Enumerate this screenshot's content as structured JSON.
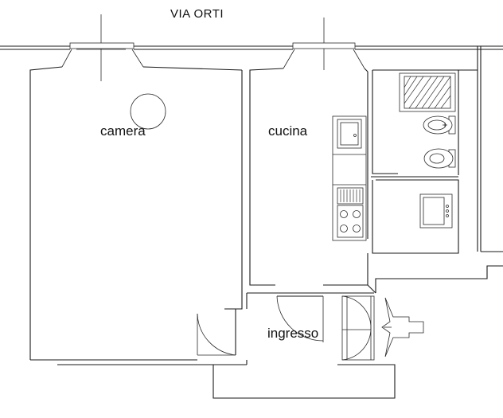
{
  "street": {
    "label": "VIA ORTI"
  },
  "rooms": {
    "camera": {
      "label": "camera"
    },
    "cucina": {
      "label": "cucina"
    },
    "ingresso": {
      "label": "ingresso"
    }
  },
  "fixtures": [
    "kitchen-sink",
    "cooktop",
    "shower-tray",
    "bidet",
    "toilet",
    "washbasin"
  ]
}
